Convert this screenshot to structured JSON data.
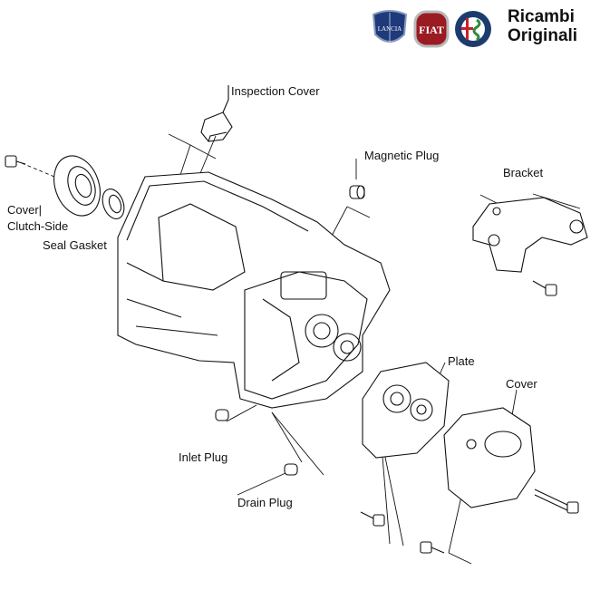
{
  "header": {
    "brand_text_line1": "Ricambi",
    "brand_text_line2": "Originali",
    "logos": [
      "LANCIA",
      "FIAT",
      "ALFA ROMEO"
    ]
  },
  "labels": {
    "inspection_cover": "Inspection Cover",
    "magnetic_plug": "Magnetic Plug",
    "bracket": "Bracket",
    "cover_clutch_side_line1": "Cover|",
    "cover_clutch_side_line2": "Clutch-Side",
    "seal_gasket": "Seal Gasket",
    "plate": "Plate",
    "cover": "Cover",
    "inlet_plug": "Inlet Plug",
    "drain_plug": "Drain Plug"
  },
  "colors": {
    "lancia": "#1f3a7a",
    "fiat": "#9b1b22",
    "alfa_ring": "#1d3c6e",
    "alfa_red": "#c8202a",
    "alfa_green": "#2e8b3a"
  }
}
